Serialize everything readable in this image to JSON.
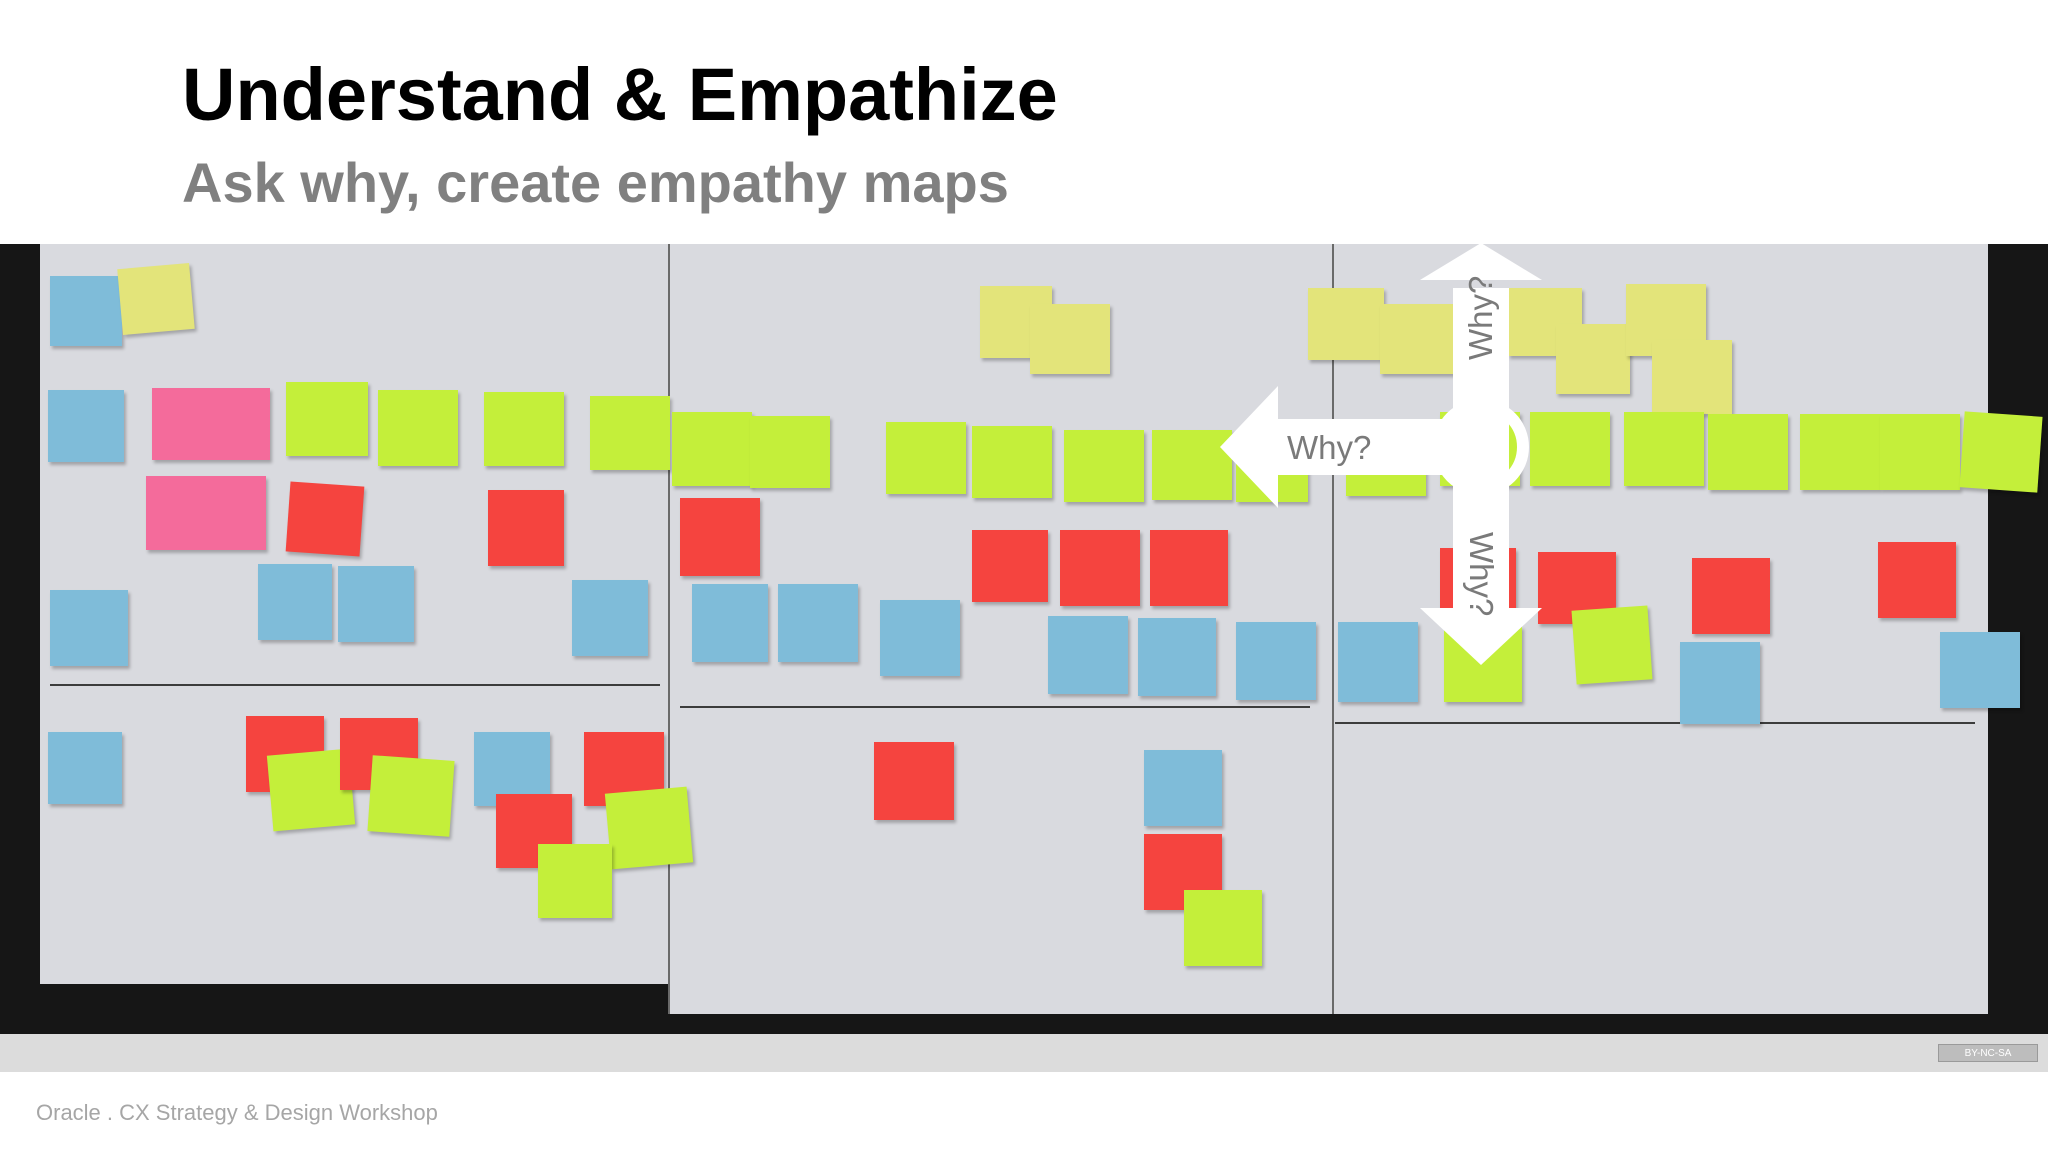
{
  "slide": {
    "title": "Understand & Empathize",
    "subtitle": "Ask why, create empathy maps"
  },
  "arrows": {
    "up_label": "Why?",
    "left_label": "Why?",
    "down_label": "Why?",
    "center_color": "#555555",
    "arrow_color": "#ffffff"
  },
  "photo": {
    "description_icon": "empathy-map-wall-photo"
  },
  "footer": {
    "text": "Oracle . CX Strategy & Design Workshop",
    "license_badge": "BY-NC-SA"
  },
  "colors": {
    "yellow_note": "#e3e47a",
    "green_note": "#c4ef3a",
    "red_note": "#f5443f",
    "pink_note": "#f46b9b",
    "blue_note": "#7fbcd9"
  }
}
